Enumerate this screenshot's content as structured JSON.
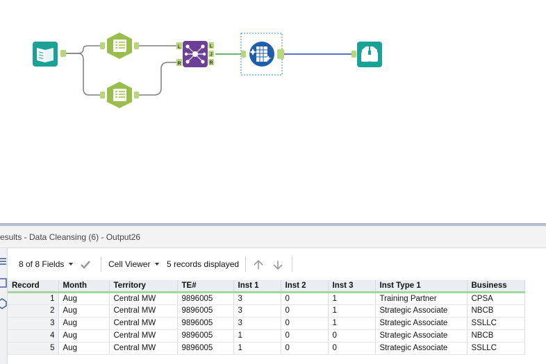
{
  "workflow": {
    "anchors": {
      "join_left": "L",
      "join_right": "R",
      "join_out_left": "L",
      "join_out_join": "J",
      "join_out_right": "R"
    },
    "colors": {
      "input_tool": "#1aa296",
      "select_tool": "#9bbd4e",
      "join_tool": "#6d3f96",
      "cleansing_tool": "#1f5ea8",
      "browse_tool": "#1aa296",
      "connector_green": "#3f9b3f",
      "connector_blue": "#2c3fb8",
      "connector_gray": "#7d7d7d",
      "anchor_fill": "#b8d67a"
    }
  },
  "results": {
    "title": "esults - Data Cleansing (6) - Output26",
    "toolbar": {
      "fields_label": "8 of 8 Fields",
      "viewer_label": "Cell Viewer",
      "records_label": "5 records displayed"
    },
    "columns": [
      "Record",
      "Month",
      "Territory",
      "TE#",
      "Inst 1",
      "Inst 2",
      "Inst 3",
      "Inst Type 1",
      "Business"
    ],
    "rows": [
      [
        "1",
        "Aug",
        "Central MW",
        "9896005",
        "3",
        "0",
        "1",
        "Training Partner",
        "CPSA"
      ],
      [
        "2",
        "Aug",
        "Central MW",
        "9896005",
        "3",
        "0",
        "1",
        "Strategic Associate",
        "NBCB"
      ],
      [
        "3",
        "Aug",
        "Central MW",
        "9896005",
        "3",
        "0",
        "1",
        "Strategic Associate",
        "SSLLC"
      ],
      [
        "4",
        "Aug",
        "Central MW",
        "9896005",
        "1",
        "0",
        "0",
        "Strategic Associate",
        "NBCB"
      ],
      [
        "5",
        "Aug",
        "Central MW",
        "9896005",
        "1",
        "0",
        "0",
        "Strategic Associate",
        "SSLLC"
      ]
    ]
  }
}
